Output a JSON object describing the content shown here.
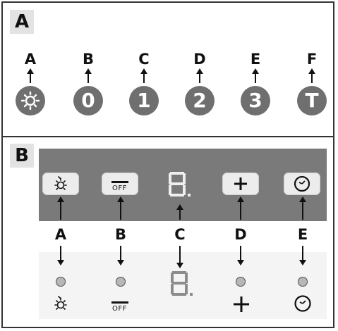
{
  "section_a": {
    "letter": "A",
    "controls": [
      {
        "label": "A",
        "knob": "",
        "icon": "light-icon"
      },
      {
        "label": "B",
        "knob": "0"
      },
      {
        "label": "C",
        "knob": "1"
      },
      {
        "label": "D",
        "knob": "2"
      },
      {
        "label": "E",
        "knob": "3"
      },
      {
        "label": "F",
        "knob": "T"
      }
    ]
  },
  "section_b": {
    "letter": "B",
    "panel_buttons": [
      {
        "label": "A",
        "icon": "light-icon"
      },
      {
        "label": "B",
        "icon": "minus-off-icon",
        "text": "OFF"
      },
      {
        "label": "C",
        "icon": "seven-segment-display",
        "display": "8."
      },
      {
        "label": "D",
        "icon": "plus-icon"
      },
      {
        "label": "E",
        "icon": "clock-icon"
      }
    ],
    "strip": {
      "display": "8.",
      "off_text": "OFF"
    }
  },
  "colors": {
    "knob": "#6f6f6f",
    "panel": "#7a7a7a",
    "button": "#ececec",
    "strip": "#f4f4f4"
  }
}
